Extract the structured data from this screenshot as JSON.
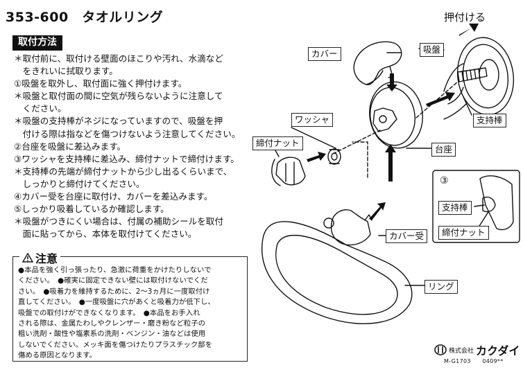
{
  "title": "353-600　タオルリング",
  "install": {
    "heading": "取付方法",
    "lines": [
      "＊取付前に、取付ける壁面のほこりや汚れ、水滴など",
      "　をきれいに拭取ります。",
      "①吸盤を取外し、取付面に強く押付けます。",
      "＊吸盤と取付面の間に空気が残らないように注意して",
      "　ください。",
      "＊吸盤の支持棒がネジになっていますので、吸盤を押",
      "　付ける際は指などを傷つけないよう注意してください。",
      "②台座を吸盤に差込みます。",
      "③ワッシャを支持棒に差込み、締付ナットで締付けます。",
      "＊支持棒の先端が締付ナットから少し出るくらいまで、",
      "　しっかりと締付けてください。",
      "④カバー受を台座に取付け、カバーを差込みます。",
      "⑤しっかり吸着しているか確認します。",
      "＊吸盤がつきにくい場合は、付属の補助シールを取付",
      "　面に貼ってから、本体を取付けてください。"
    ]
  },
  "caution": {
    "heading": "注意",
    "lines": [
      "●本品を強く引っ張ったり、急激に荷重をかけたりしないで",
      "ください。　●確実に固定できない壁には取付けないでくだ",
      "さい。　●吸着力を維持するために、2～3ヵ月に一度取付け",
      "直してください。　●一度吸盤に穴があくと吸着力が低下し、",
      "吸盤での取付けができなくなります。　●本品をお手入れ",
      "される際は、金属たわしやクレンザー・磨き粉など粒子の",
      "粗い洗剤・酸性や塩素系の洗剤・ベンジン・油などは使用",
      "しないでください。メッキ面を傷つけたりプラスチック部を",
      "傷める原因となります。"
    ]
  },
  "diagram": {
    "push_label": "押付ける",
    "labels": {
      "cover": "カバー",
      "suction": "吸盤",
      "washer": "ワッシャ",
      "nut": "締付ナット",
      "rod": "支持棒",
      "base": "台座",
      "cover_holder": "カバー受",
      "ring": "リング"
    },
    "detail": {
      "step": "③",
      "rod": "支持棒",
      "nut": "締付ナット"
    }
  },
  "brand": {
    "small": "株式会社",
    "name": "カクダイ",
    "code": "M-G1703　　0409**"
  }
}
